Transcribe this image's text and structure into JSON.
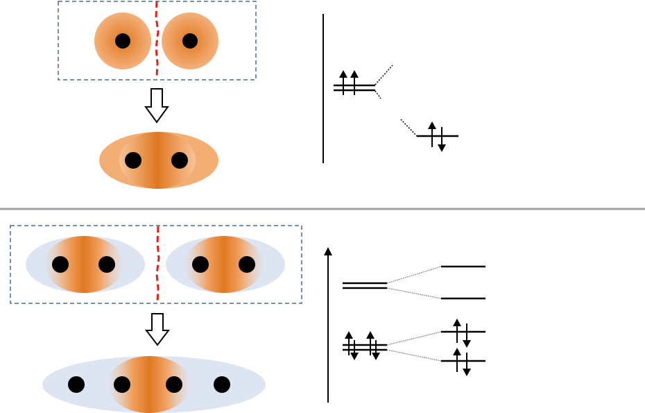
{
  "figure": {
    "panels": [
      {
        "id": "top",
        "description_visible_text": "",
        "left": {
          "atom_pair_before": 2,
          "atom_pair_after": 2
        },
        "right": {
          "levels": [
            "degenerate-pair-with-two-up-electrons",
            "single-level-with-electron-pair"
          ]
        }
      },
      {
        "id": "bottom",
        "left": {
          "atoms_per_molecule_before": 2,
          "molecules_before": 2,
          "atoms_after": 4
        },
        "right": {
          "left_levels": 2,
          "right_levels": 4
        }
      }
    ],
    "colors": {
      "orbital_orange": "#f0a060",
      "orbital_core": "#e07820",
      "bond_blue": "#dde4f2",
      "atom": "#000000",
      "cut_line": "#e0201a",
      "dashed_box": "#4a6a8a",
      "divider": "#a0a0a0"
    },
    "icons": [
      "down-arrow-icon",
      "up-arrow-icon",
      "electron-spin-up-icon",
      "electron-spin-down-icon"
    ]
  }
}
